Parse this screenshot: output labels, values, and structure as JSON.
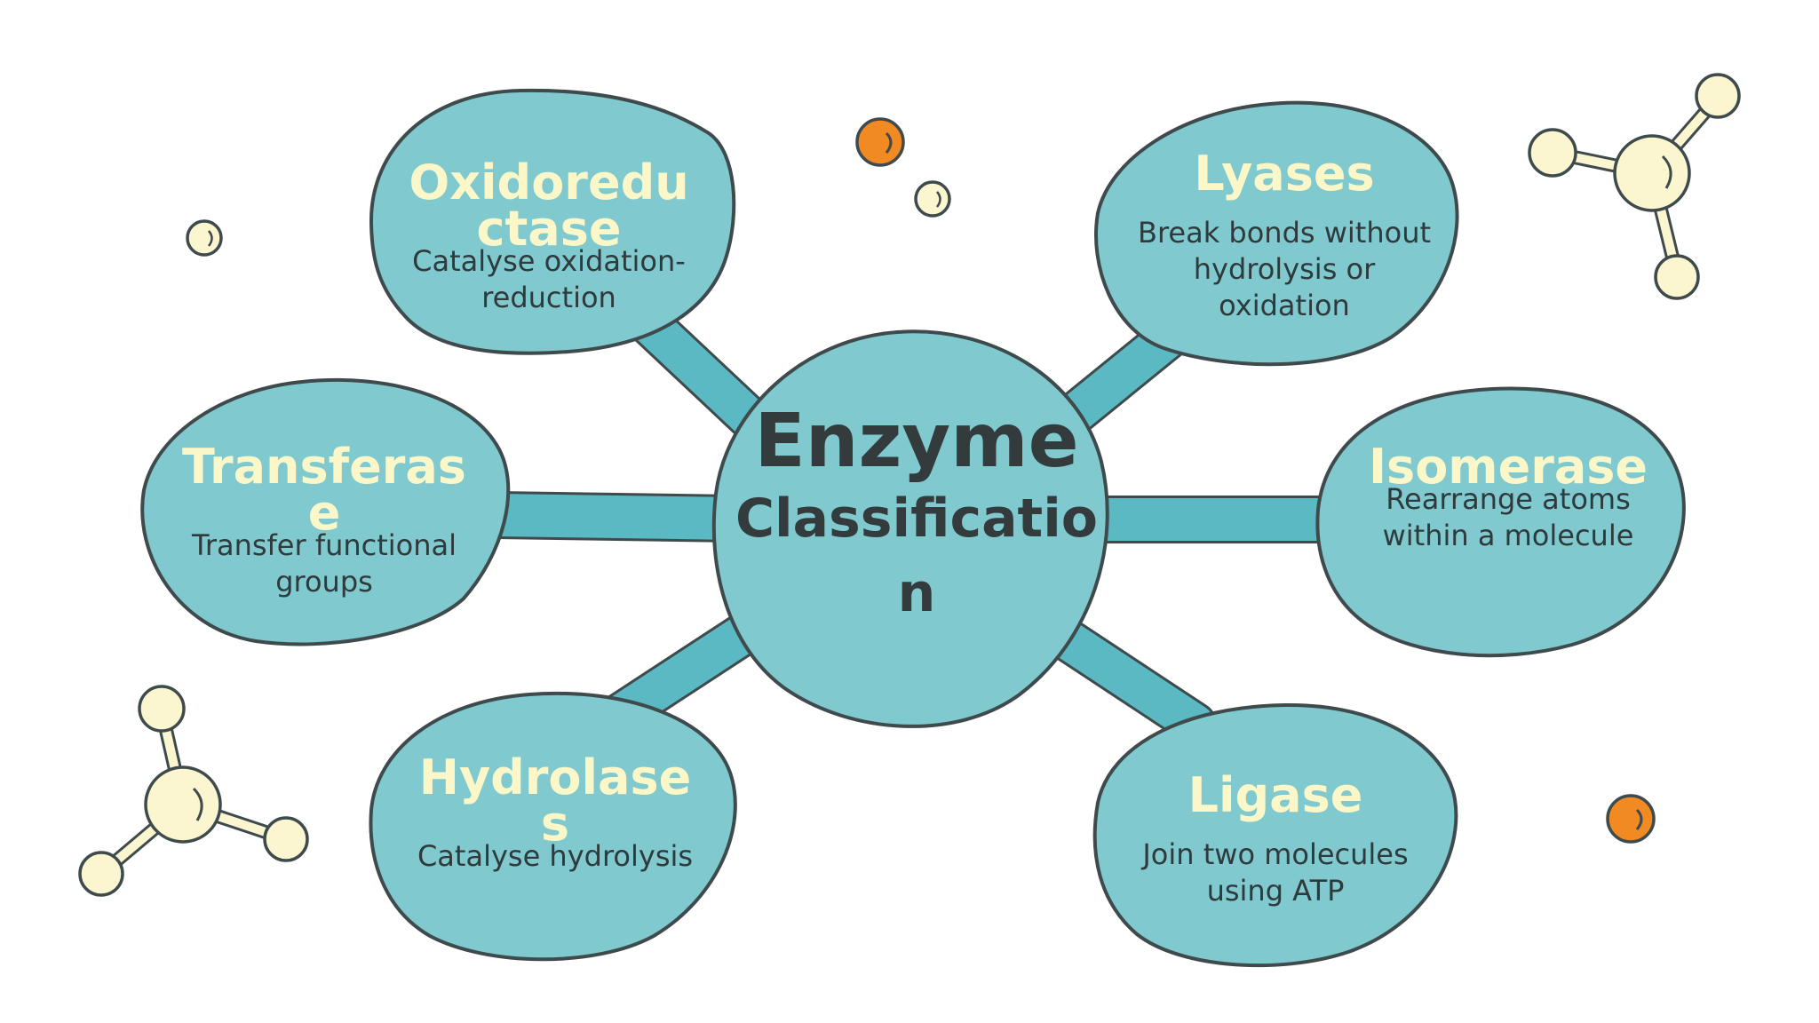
{
  "center": {
    "line1": "Enzyme",
    "line2": "Classification"
  },
  "nodes": [
    {
      "id": "oxidoreductase",
      "title": "Oxidoreductase",
      "desc": "Catalyse oxidation-reduction"
    },
    {
      "id": "lyases",
      "title": "Lyases",
      "desc": "Break bonds without hydrolysis or oxidation"
    },
    {
      "id": "transferase",
      "title": "Transferase",
      "desc": "Transfer functional groups"
    },
    {
      "id": "isomerase",
      "title": "Isomerase",
      "desc": "Rearrange atoms within a molecule"
    },
    {
      "id": "hydrolases",
      "title": "Hydrolases",
      "desc": "Catalyse hydrolysis"
    },
    {
      "id": "ligase",
      "title": "Ligase",
      "desc": "Join two molecules using ATP"
    }
  ],
  "colors": {
    "bubble_fill": "#7fc9cf",
    "outline": "#3f4a4c",
    "connector": "#5ab9c2",
    "title_text": "#fbf7c8",
    "desc_text": "#2e3a3c",
    "center_text": "#333b3d",
    "atom_fill": "#fbf6cf",
    "accent_orange": "#f28a24"
  },
  "decorations": {
    "molecules": [
      "molecule-icon",
      "molecule-icon"
    ],
    "dots": [
      "orange-dot-icon",
      "cream-dot-icon"
    ]
  }
}
